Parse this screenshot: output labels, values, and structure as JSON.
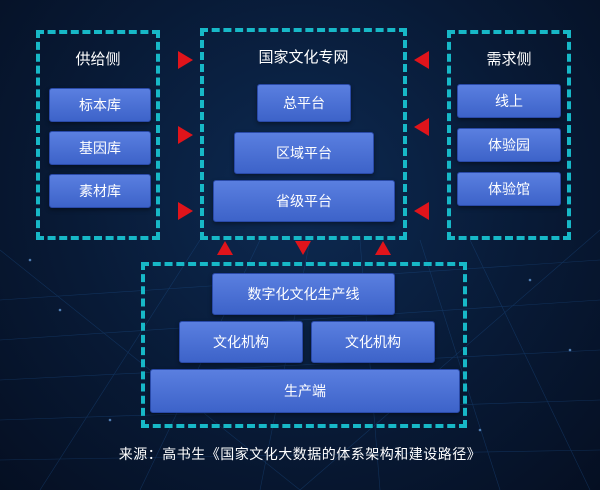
{
  "supply": {
    "title": "供给侧",
    "items": [
      "标本库",
      "基因库",
      "素材库"
    ]
  },
  "national": {
    "title": "国家文化专网",
    "levels": [
      "总平台",
      "区域平台",
      "省级平台"
    ]
  },
  "demand": {
    "title": "需求侧",
    "items": [
      "线上",
      "体验园",
      "体验馆"
    ]
  },
  "production": {
    "line": "数字化文化生产线",
    "institutions": [
      "文化机构",
      "文化机构"
    ],
    "base": "生产端"
  },
  "caption": "来源：高书生《国家文化大数据的体系架构和建设路径》",
  "colors": {
    "dashed_border": "#17b8c7",
    "box_fill": "#4a6fd6",
    "arrow": "#e0141b",
    "background": "#081a36"
  }
}
